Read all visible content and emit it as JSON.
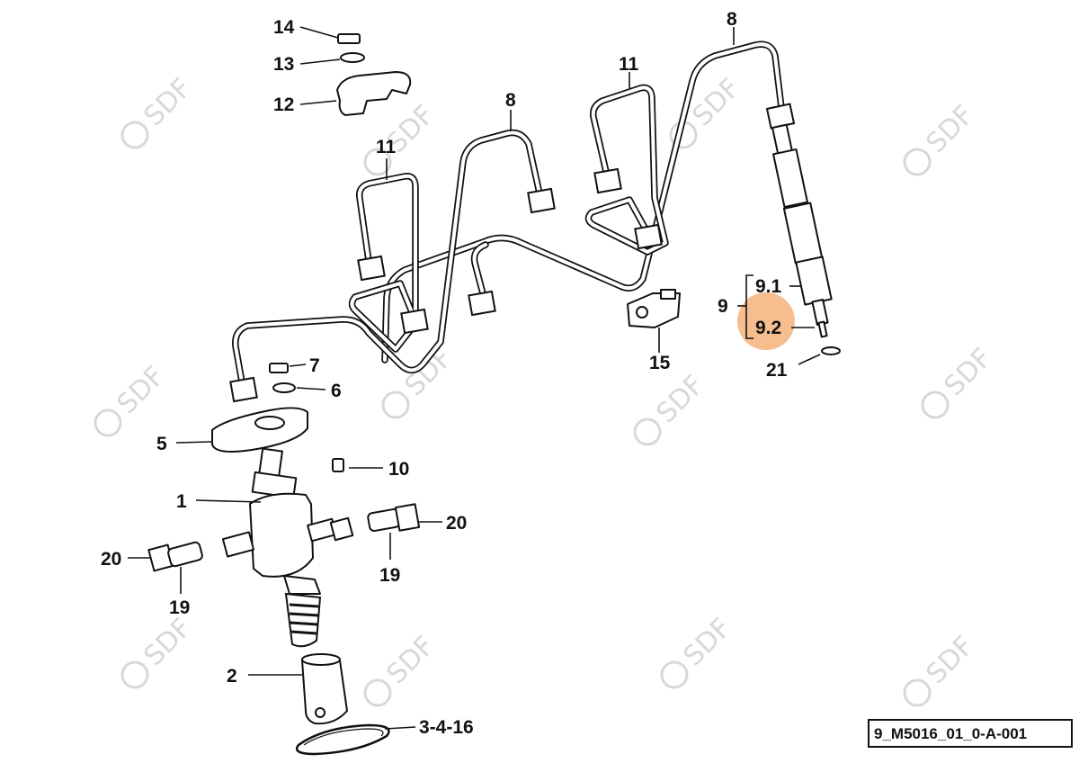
{
  "diagram": {
    "reference_code": "9_M5016_01_0-A-001",
    "watermark_text": "SDF",
    "highlight_color": "#f5b27a",
    "labels": {
      "l14": "14",
      "l13": "13",
      "l12": "12",
      "l11a": "11",
      "l11b": "11",
      "l8a": "8",
      "l8b": "8",
      "l7": "7",
      "l6": "6",
      "l5": "5",
      "l1": "1",
      "l10": "10",
      "l20a": "20",
      "l20b": "20",
      "l19a": "19",
      "l19b": "19",
      "l2": "2",
      "l3416": "3-4-16",
      "l15": "15",
      "l9": "9",
      "l91": "9.1",
      "l92": "9.2",
      "l21": "21"
    }
  }
}
